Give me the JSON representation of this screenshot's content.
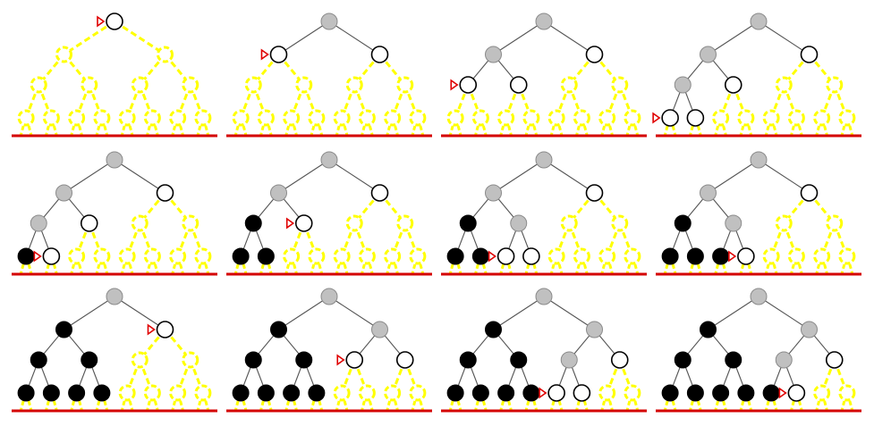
{
  "diagram": {
    "tree_depth": 4,
    "colors": {
      "visited": "#000000",
      "expanded": "#c0c0c0",
      "frontier": "#ffffff",
      "unexplored": "#ffff00",
      "edge": "#555555",
      "baseline": "#d40000",
      "pointer": "#e00000"
    },
    "panels": [
      {
        "step": 1,
        "gray": [],
        "black": [],
        "white": [
          "0"
        ],
        "pointer": "0"
      },
      {
        "step": 2,
        "gray": [
          "0"
        ],
        "black": [],
        "white": [
          "00",
          "01"
        ],
        "pointer": "00"
      },
      {
        "step": 3,
        "gray": [
          "0",
          "00"
        ],
        "black": [],
        "white": [
          "01",
          "000",
          "001"
        ],
        "pointer": "000"
      },
      {
        "step": 4,
        "gray": [
          "0",
          "00",
          "000"
        ],
        "black": [],
        "white": [
          "01",
          "001",
          "0000",
          "0001"
        ],
        "pointer": "0000"
      },
      {
        "step": 5,
        "gray": [
          "0",
          "00",
          "000"
        ],
        "black": [
          "0000"
        ],
        "white": [
          "01",
          "001",
          "0001"
        ],
        "pointer": "0001"
      },
      {
        "step": 6,
        "gray": [
          "0",
          "00"
        ],
        "black": [
          "000",
          "0000",
          "0001"
        ],
        "white": [
          "01",
          "001"
        ],
        "pointer": "001"
      },
      {
        "step": 7,
        "gray": [
          "0",
          "00",
          "001"
        ],
        "black": [
          "000",
          "0000",
          "0001"
        ],
        "white": [
          "01",
          "0010",
          "0011"
        ],
        "pointer": "0010"
      },
      {
        "step": 8,
        "gray": [
          "0",
          "00",
          "001"
        ],
        "black": [
          "000",
          "0000",
          "0001",
          "0010"
        ],
        "white": [
          "01",
          "0011"
        ],
        "pointer": "0011"
      },
      {
        "step": 9,
        "gray": [
          "0"
        ],
        "black": [
          "00",
          "000",
          "001",
          "0000",
          "0001",
          "0010",
          "0011"
        ],
        "white": [
          "01"
        ],
        "pointer": "01"
      },
      {
        "step": 10,
        "gray": [
          "0",
          "01"
        ],
        "black": [
          "00",
          "000",
          "001",
          "0000",
          "0001",
          "0010",
          "0011"
        ],
        "white": [
          "010",
          "011"
        ],
        "pointer": "010"
      },
      {
        "step": 11,
        "gray": [
          "0",
          "01",
          "010"
        ],
        "black": [
          "00",
          "000",
          "001",
          "0000",
          "0001",
          "0010",
          "0011"
        ],
        "white": [
          "011",
          "0100",
          "0101"
        ],
        "pointer": "0100"
      },
      {
        "step": 12,
        "gray": [
          "0",
          "01",
          "010"
        ],
        "black": [
          "00",
          "000",
          "001",
          "0000",
          "0001",
          "0010",
          "0011",
          "0100"
        ],
        "white": [
          "011",
          "0101"
        ],
        "pointer": "0101"
      }
    ]
  }
}
